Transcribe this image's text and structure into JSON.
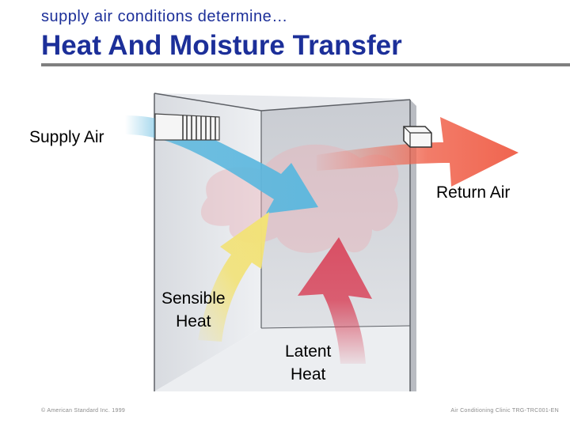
{
  "header": {
    "subtitle": "supply air conditions determine…",
    "title": "Heat And Moisture Transfer"
  },
  "labels": {
    "supply_air": "Supply Air",
    "return_air": "Return Air",
    "sensible_heat": [
      "Sensible",
      "Heat"
    ],
    "latent_heat": [
      "Latent",
      "Heat"
    ]
  },
  "footer": {
    "left": "© American Standard Inc. 1999",
    "right": "Air Conditioning Clinic TRG-TRC001-EN"
  },
  "colors": {
    "title": "#1c2f99",
    "rule": "#7f7f7f",
    "supply_arrow": "#5ab7de",
    "return_arrow": "#f0654f",
    "sensible_arrow": "#f2e277",
    "latent_arrow": "#d94f64"
  }
}
